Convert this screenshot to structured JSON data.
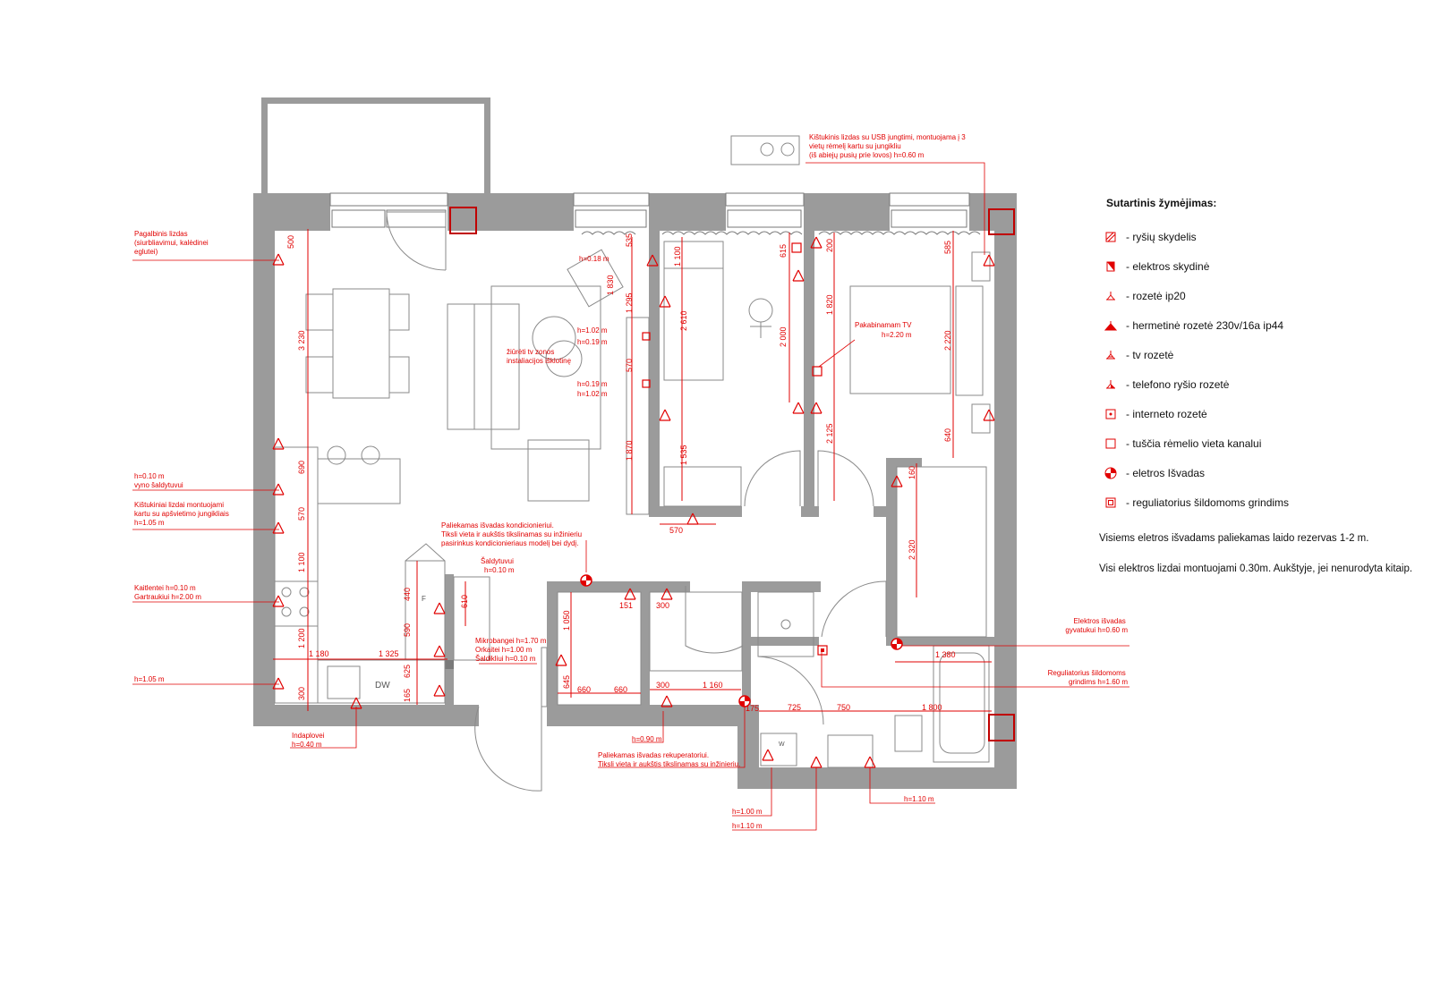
{
  "legend": {
    "title": "Sutartinis žymėjimas:",
    "items": [
      {
        "icon": "comm-panel-icon",
        "label": "- ryšių skydelis"
      },
      {
        "icon": "electric-panel-icon",
        "label": "- elektros skydinė"
      },
      {
        "icon": "socket-ip20-icon",
        "label": "- rozetė ip20"
      },
      {
        "icon": "sealed-socket-icon",
        "label": "- hermetinė rozetė 230v/16a ip44"
      },
      {
        "icon": "tv-socket-icon",
        "label": "- tv rozetė"
      },
      {
        "icon": "phone-socket-icon",
        "label": "- telefono ryšio rozetė"
      },
      {
        "icon": "internet-socket-icon",
        "label": "- interneto rozetė"
      },
      {
        "icon": "empty-frame-icon",
        "label": "- tuščia rėmelio vieta kanalui"
      },
      {
        "icon": "electric-outlet-icon",
        "label": "- eletros Išvadas"
      },
      {
        "icon": "floor-heating-regulator-icon",
        "label": "- reguliatorius šildomoms grindims"
      }
    ],
    "note1": "Visiems eletros išvadams paliekamas laido rezervas 1-2 m.",
    "note2": "Visi elektros lizdai montuojami 0.30m. Aukštyje, jei nenurodyta kitaip."
  },
  "notes": {
    "pagalbinis": [
      "Pagalbinis lizdas",
      "(siurbliavimui, kalėdinei",
      "eglutei)"
    ],
    "vyno": [
      "h=0.10 m",
      "vyno šaldytuvui"
    ],
    "kistukiniai": [
      "Kištukiniai lizdai montuojami",
      "kartu su apšvietimo jungikliais",
      "h=1.05 m"
    ],
    "kaitlentei": [
      "Kaitlentei h=0.10 m",
      "Gartraukiui h=2.00 m"
    ],
    "h105": [
      "h=1.05 m"
    ],
    "indaplovei": [
      "Indaplovei",
      "h=0.40 m"
    ],
    "usb": [
      "Kištukinis lizdas su USB jungtimi, montuojama į 3",
      "vietų rėmelį kartu su jungikliu",
      "(iš abiejų pusių prie lovos) h=0.60 m"
    ],
    "tv_zones": [
      "žiūrėti tv zonos",
      "instaliacijos išklotinę"
    ],
    "tv_h1": [
      "h=0.18 m"
    ],
    "tv_h2": [
      "h=1.02 m",
      "h=0.19 m"
    ],
    "tv_h3": [
      "h=0.19 m",
      "h=1.02 m"
    ],
    "pakabinamam": [
      "Pakabinamam TV",
      "h=2.20 m"
    ],
    "kondicionieriui": [
      "Paliekamas išvadas kondicionieriui.",
      "Tiksli vieta ir aukštis tikslinamas su inžinieriu",
      "pasirinkus kondicionieriaus modelį bei dydį."
    ],
    "saldytuvui": [
      "Šaldytuvui",
      "h=0.10 m"
    ],
    "mikro": [
      "Mikrobangei  h=1.70 m",
      "Orkaitei       h=1.00 m",
      "Šaldikliui      h=0.10 m"
    ],
    "h090": [
      "h=0.90 m"
    ],
    "rekuperatoriui": [
      "Paliekamas išvadas rekuperatoriui.",
      "Tiksli vieta ir aukštis tikslinamas su inžinieriu."
    ],
    "gyvatukui": [
      "Elektros išvadas",
      "gyvatukui h=0.60 m"
    ],
    "reguliatorius": [
      "Reguliatorius šildomoms",
      "grindims h=1.60 m"
    ],
    "h110a": [
      "h=1.10 m"
    ],
    "h100": [
      "h=1.00 m"
    ],
    "h110b": [
      "h=1.10 m"
    ]
  },
  "dims": {
    "d500": "500",
    "d3230": "3 230",
    "d690": "690",
    "d570a": "570",
    "d1100a": "1 100",
    "d1200": "1 200",
    "d300a": "300",
    "d1180": "1 180",
    "d1325": "1 325",
    "d440": "440",
    "d590": "590",
    "d625": "625",
    "d165": "165",
    "d610": "610",
    "d535": "535",
    "d1830": "1 830",
    "d1295": "1 295",
    "d570b": "570",
    "d1870": "1 870",
    "d1100b": "1 100",
    "d2610": "2 610",
    "d1535": "1 535",
    "d570c": "570",
    "d615": "615",
    "d2000": "2 000",
    "d200": "200",
    "d1820": "1 820",
    "d2125": "2 125",
    "d585": "585",
    "d2220": "2 220",
    "d640": "640",
    "d160": "160",
    "d2320": "2 320",
    "d1050": "1 050",
    "d645": "645",
    "d660a": "660",
    "d660b": "660",
    "d151": "151",
    "d300b": "300",
    "d300c": "300",
    "d1160": "1 160",
    "d175": "175",
    "d725": "725",
    "d750": "750",
    "d1800": "1 800",
    "d1380": "1 380"
  },
  "labels": {
    "dw": "DW",
    "f": "F",
    "w": "W"
  },
  "colors": {
    "wall": "#9b9b9b",
    "annotation": "#e10000",
    "furniture": "#8a8a8a"
  }
}
